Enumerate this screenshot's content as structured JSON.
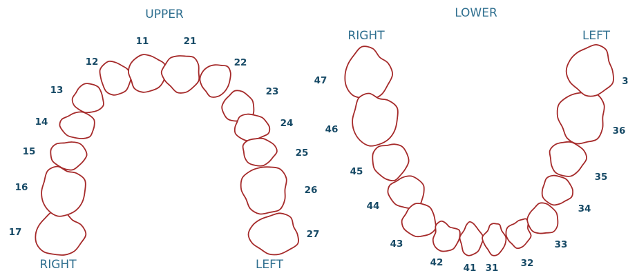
{
  "colors": {
    "tooth_outline": "#a52a2a",
    "number_text": "#174a66",
    "heading_text": "#2f6f8f"
  },
  "upper": {
    "title": "UPPER",
    "right_label": "RIGHT",
    "left_label": "LEFT",
    "teeth": [
      {
        "id": "17",
        "label": "17"
      },
      {
        "id": "16",
        "label": "16"
      },
      {
        "id": "15",
        "label": "15"
      },
      {
        "id": "14",
        "label": "14"
      },
      {
        "id": "13",
        "label": "13"
      },
      {
        "id": "12",
        "label": "12"
      },
      {
        "id": "11",
        "label": "11"
      },
      {
        "id": "21",
        "label": "21"
      },
      {
        "id": "22",
        "label": "22"
      },
      {
        "id": "23",
        "label": "23"
      },
      {
        "id": "24",
        "label": "24"
      },
      {
        "id": "25",
        "label": "25"
      },
      {
        "id": "26",
        "label": "26"
      },
      {
        "id": "27",
        "label": "27"
      }
    ]
  },
  "lower": {
    "title": "LOWER",
    "right_label": "RIGHT",
    "left_label": "LEFT",
    "teeth": [
      {
        "id": "47",
        "label": "47"
      },
      {
        "id": "46",
        "label": "46"
      },
      {
        "id": "45",
        "label": "45"
      },
      {
        "id": "44",
        "label": "44"
      },
      {
        "id": "43",
        "label": "43"
      },
      {
        "id": "42",
        "label": "42"
      },
      {
        "id": "41",
        "label": "41"
      },
      {
        "id": "31",
        "label": "31"
      },
      {
        "id": "32",
        "label": "32"
      },
      {
        "id": "33",
        "label": "33"
      },
      {
        "id": "34",
        "label": "34"
      },
      {
        "id": "35",
        "label": "35"
      },
      {
        "id": "36",
        "label": "36"
      },
      {
        "id": "37",
        "label": "3"
      }
    ]
  }
}
